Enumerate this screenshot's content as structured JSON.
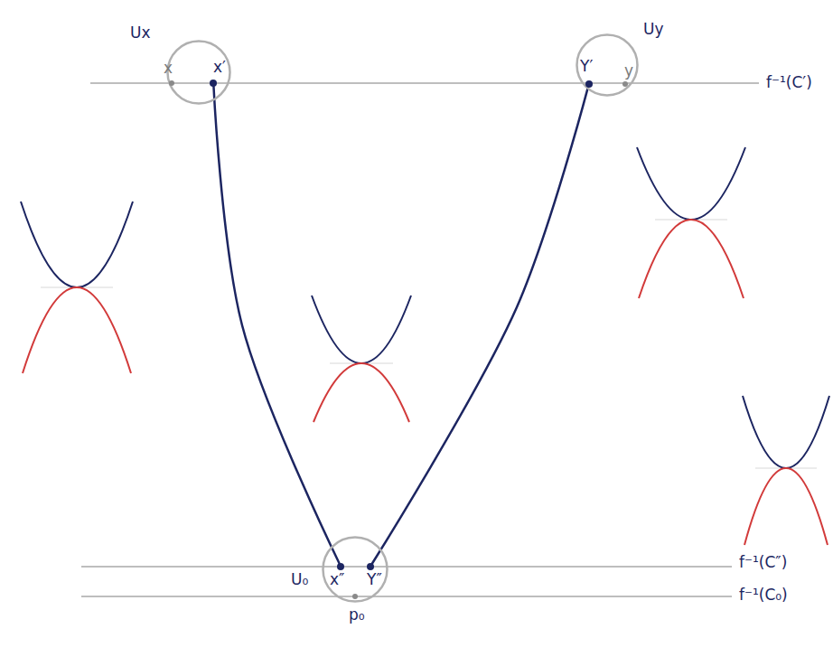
{
  "diagram": {
    "nodes": [
      {
        "text": [
          "Ux"
        ]
      },
      {
        "text": [
          "x"
        ],
        "in": 0
      },
      {
        "text": [
          "x′"
        ],
        "in": 0
      },
      {
        "text": [
          "Uy"
        ]
      },
      {
        "text": [
          "Y′"
        ],
        "in": 3
      },
      {
        "text": [
          "y"
        ],
        "in": 3
      },
      {
        "text": [
          "U₀"
        ]
      },
      {
        "text": [
          "x″"
        ],
        "in": 6
      },
      {
        "text": [
          "Y″"
        ],
        "in": 6
      }
    ],
    "edges": [
      {
        "from": 2,
        "to": 7,
        "arrow": "none"
      },
      {
        "from": 4,
        "to": 8,
        "arrow": "none"
      }
    ],
    "labels": [
      "f⁻¹(C′)",
      "f⁻¹(C″)",
      "f⁻¹(C₀)",
      "p₀"
    ]
  }
}
